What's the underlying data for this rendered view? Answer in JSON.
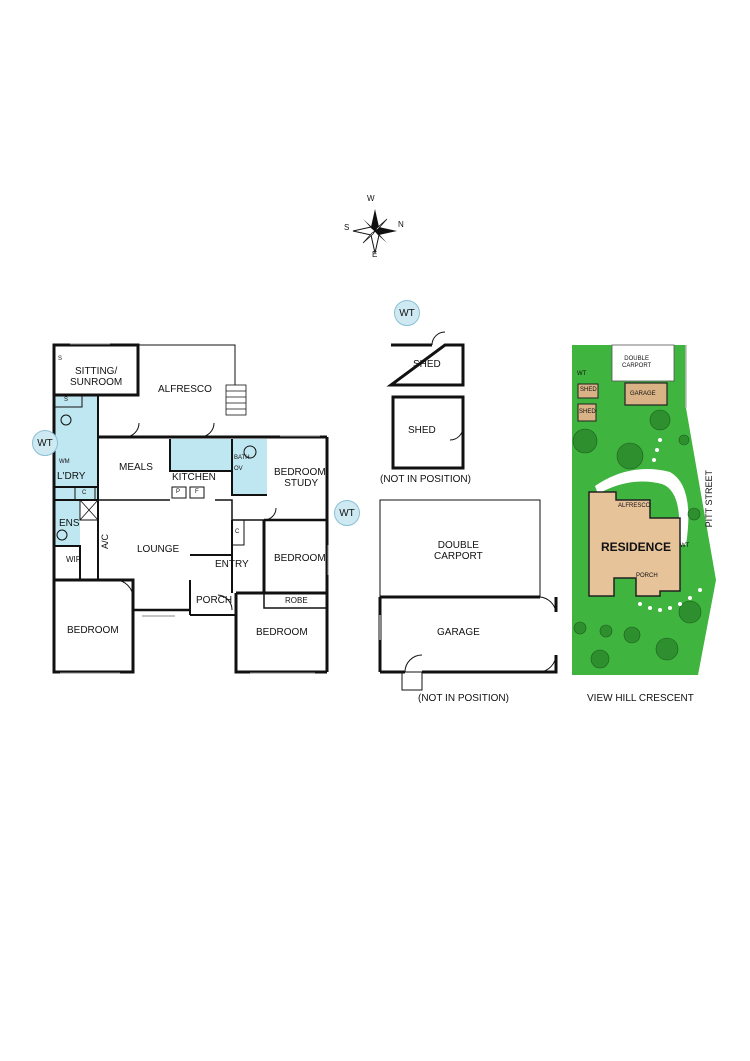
{
  "compass": {
    "n": "N",
    "s": "S",
    "e": "E",
    "w": "W"
  },
  "colors": {
    "wet_area": "#bfe7f1",
    "lawn": "#3fb43f",
    "house": "#e7c39a",
    "outbuilding": "#d9b385",
    "wall": "#111111"
  },
  "floor_plan": {
    "rooms": {
      "sitting": "SITTING/\nSUNROOM",
      "alfresco": "ALFRESCO",
      "meals": "MEALS",
      "kitchen": "KITCHEN",
      "bath": "BATH",
      "ov": "OV",
      "bedroom_study": "BEDROOM/\nSTUDY",
      "laundry": "L'DRY",
      "wm": "WM",
      "c_laundry": "C",
      "ens": "ENS",
      "ac": "A/C",
      "lounge": "LOUNGE",
      "c_hall": "C",
      "bedroom_mid": "BEDROOM",
      "wir": "WIR",
      "entry": "ENTRY",
      "porch": "PORCH",
      "robe": "ROBE",
      "bedroom_left": "BEDROOM",
      "bedroom_right": "BEDROOM",
      "p": "P",
      "f": "F",
      "s_sitting": "S",
      "s_hall": "S"
    },
    "wt_left": "WT",
    "wt_right": "WT"
  },
  "outbuildings": {
    "wt": "WT",
    "shed_1": "SHED",
    "shed_2": "SHED",
    "note_sheds": "(NOT IN POSITION)",
    "double_carport": "DOUBLE\nCARPORT",
    "garage": "GARAGE",
    "note_garage": "(NOT IN POSITION)"
  },
  "site_plan": {
    "double_carport": "DOUBLE\nCARPORT",
    "garage": "GARAGE",
    "shed_1": "SHED",
    "shed_2": "SHED",
    "wt_1": "WT",
    "wt_2": "WT",
    "alfresco": "ALFRESCO",
    "residence": "RESIDENCE",
    "porch": "PORCH",
    "street_side": "PITT STREET",
    "street_front": "VIEW HILL CRESCENT"
  }
}
